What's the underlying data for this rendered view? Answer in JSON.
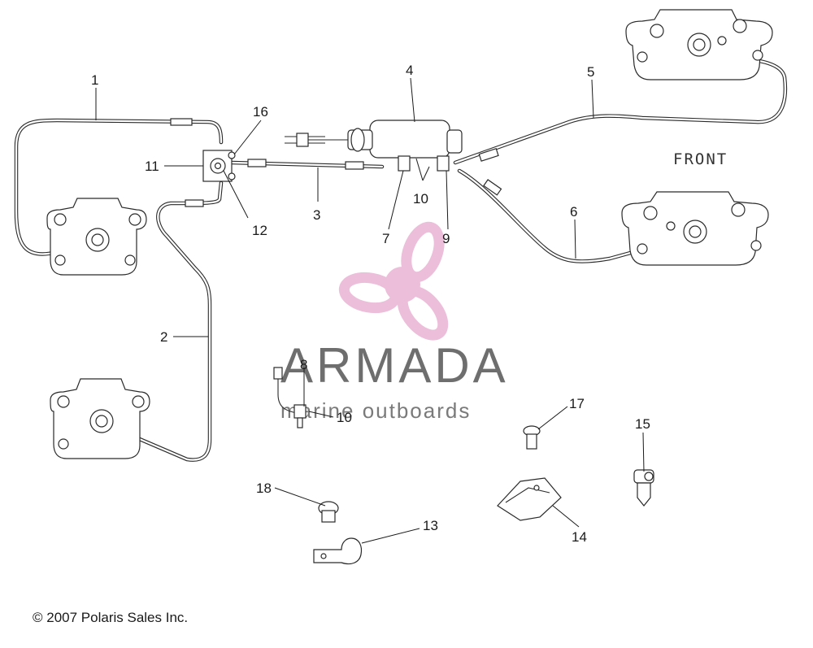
{
  "callouts": {
    "c1": "1",
    "c2": "2",
    "c3": "3",
    "c4": "4",
    "c5": "5",
    "c6": "6",
    "c7": "7",
    "c8": "8",
    "c9": "9",
    "c10a": "10",
    "c10b": "10",
    "c11": "11",
    "c12": "12",
    "c13": "13",
    "c14": "14",
    "c15": "15",
    "c16": "16",
    "c17": "17",
    "c18": "18"
  },
  "front_label": "FRONT",
  "watermark": {
    "brand": "ARMADA",
    "tagline": "marine outboards",
    "color": "#e6a9cd"
  },
  "copyright": "© 2007 Polaris Sales Inc."
}
